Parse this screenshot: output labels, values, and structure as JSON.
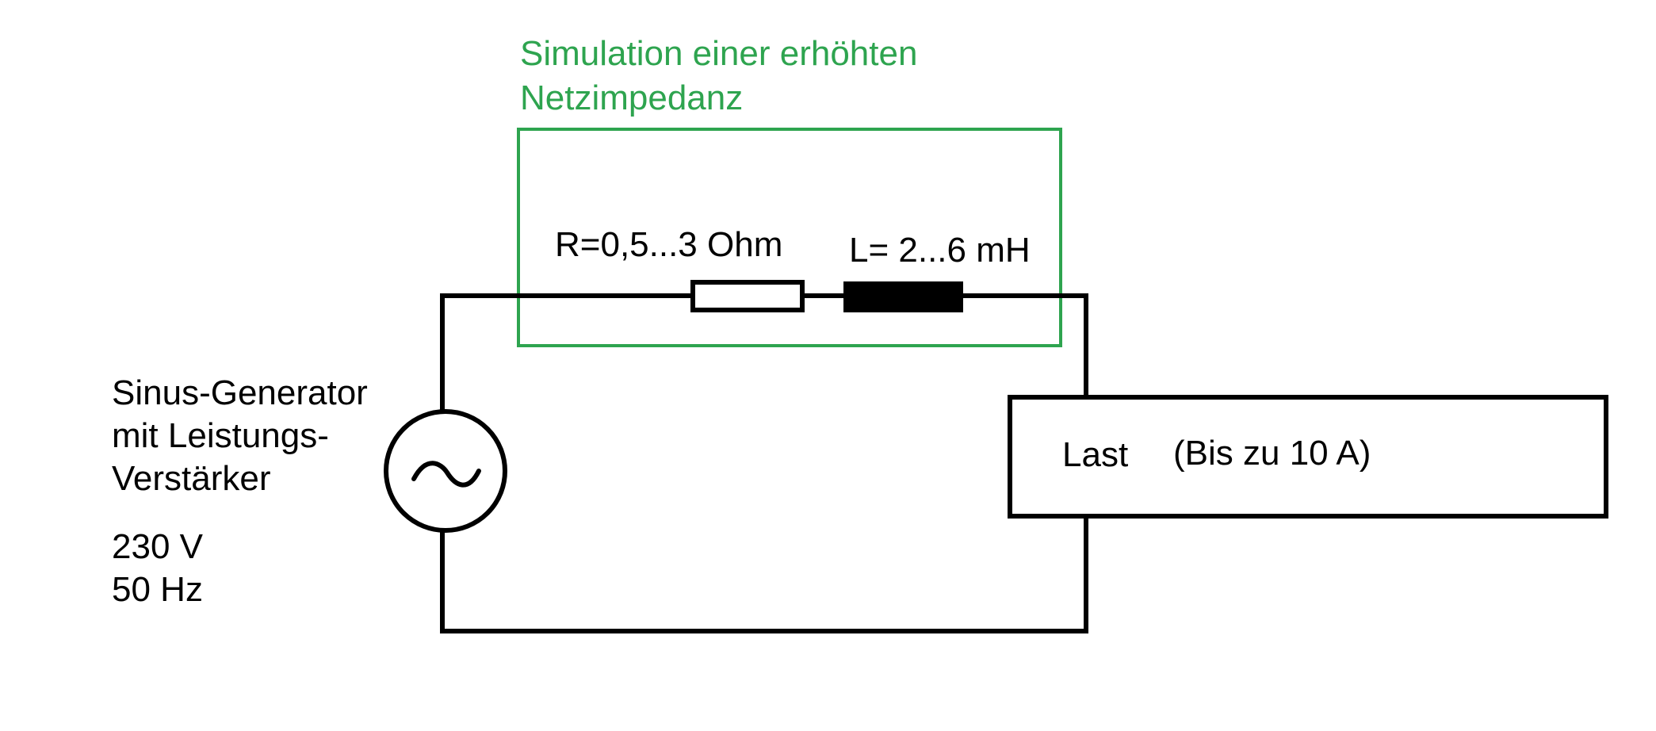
{
  "impedance_box": {
    "title_line1": "Simulation einer erhöhten",
    "title_line2": "Netzimpedanz",
    "color": "#2ea44f"
  },
  "resistor": {
    "label": "R=0,5...3 Ohm"
  },
  "inductor": {
    "label": "L= 2...6 mH"
  },
  "generator": {
    "label_line1": "Sinus-Generator",
    "label_line2": "mit Leistungs-",
    "label_line3": "Verstärker",
    "voltage": "230 V",
    "frequency": "50 Hz"
  },
  "load": {
    "label": "Last",
    "current": "(Bis zu 10 A)"
  },
  "colors": {
    "wire": "#000000",
    "background": "#ffffff"
  }
}
